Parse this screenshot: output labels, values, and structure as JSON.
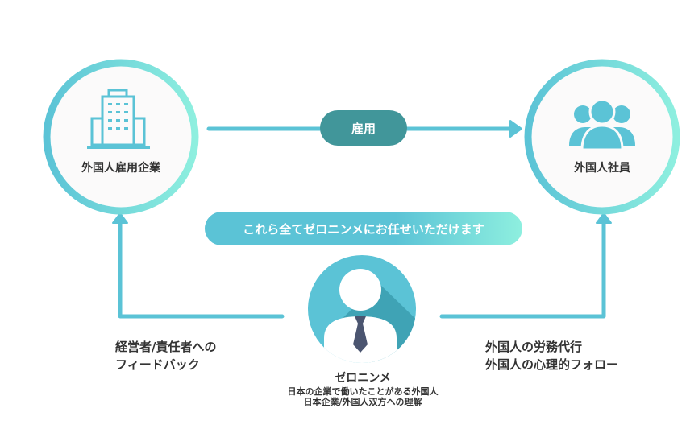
{
  "colors": {
    "accent": "#5bc3d6",
    "accent_light": "#8eefdf",
    "pill_dark": "#41969a",
    "circle_fill": "#fbfafa",
    "text": "#333333",
    "tie": "#4b5570",
    "shadow": "#3fa3b5"
  },
  "left_node": {
    "label": "外国人雇用企業",
    "icon": "building-icon"
  },
  "right_node": {
    "label": "外国人社員",
    "icon": "users-icon"
  },
  "employment_pill": {
    "label": "雇用"
  },
  "banner": {
    "label": "これら全てゼロニンメにお任せいただけます"
  },
  "center_node": {
    "icon": "businessman-avatar-icon",
    "title": "ゼロニンメ",
    "lines": [
      "日本の企業で働いたことがある外国人",
      "日本企業/外国人双方への理解"
    ]
  },
  "left_caption": {
    "lines": [
      "経営者/責任者への",
      "フィードバック"
    ]
  },
  "right_caption": {
    "lines": [
      "外国人の労務代行",
      "外国人の心理的フォロー"
    ]
  }
}
